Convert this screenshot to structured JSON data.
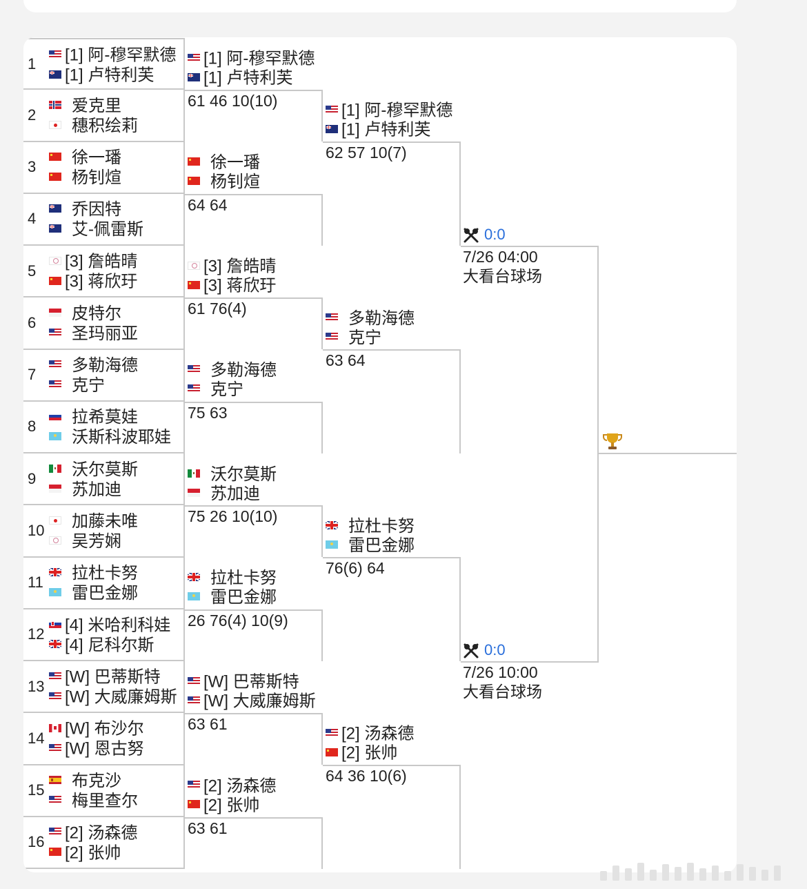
{
  "bracket": {
    "round1": [
      {
        "num": "1",
        "p1": {
          "flag": "us",
          "name": "[1] 阿-穆罕默德"
        },
        "p2": {
          "flag": "nz",
          "name": "[1] 卢特利芙"
        }
      },
      {
        "num": "2",
        "p1": {
          "flag": "no",
          "name": "爱克里"
        },
        "p2": {
          "flag": "jp",
          "name": "穗积绘莉"
        }
      },
      {
        "num": "3",
        "p1": {
          "flag": "cn",
          "name": "徐一璠"
        },
        "p2": {
          "flag": "cn",
          "name": "杨钊煊"
        }
      },
      {
        "num": "4",
        "p1": {
          "flag": "au",
          "name": "乔因特"
        },
        "p2": {
          "flag": "au",
          "name": "艾-佩雷斯"
        }
      },
      {
        "num": "5",
        "p1": {
          "flag": "tw",
          "name": "[3] 詹皓晴"
        },
        "p2": {
          "flag": "cn",
          "name": "[3] 蒋欣玗"
        }
      },
      {
        "num": "6",
        "p1": {
          "flag": "id",
          "name": "皮特尔"
        },
        "p2": {
          "flag": "us",
          "name": "圣玛丽亚"
        }
      },
      {
        "num": "7",
        "p1": {
          "flag": "us",
          "name": "多勒海德"
        },
        "p2": {
          "flag": "us",
          "name": "克宁"
        }
      },
      {
        "num": "8",
        "p1": {
          "flag": "ru",
          "name": "拉希莫娃"
        },
        "p2": {
          "flag": "kz",
          "name": "沃斯科波耶娃"
        }
      },
      {
        "num": "9",
        "p1": {
          "flag": "mx",
          "name": "沃尔莫斯"
        },
        "p2": {
          "flag": "id",
          "name": "苏加迪"
        }
      },
      {
        "num": "10",
        "p1": {
          "flag": "jp",
          "name": "加藤未唯"
        },
        "p2": {
          "flag": "tw",
          "name": "吴芳娴"
        }
      },
      {
        "num": "11",
        "p1": {
          "flag": "gb",
          "name": "拉杜卡努"
        },
        "p2": {
          "flag": "kz",
          "name": "雷巴金娜"
        }
      },
      {
        "num": "12",
        "p1": {
          "flag": "sk",
          "name": "[4] 米哈利科娃"
        },
        "p2": {
          "flag": "gb",
          "name": "[4] 尼科尔斯"
        }
      },
      {
        "num": "13",
        "p1": {
          "flag": "us",
          "name": "[W] 巴蒂斯特"
        },
        "p2": {
          "flag": "us",
          "name": "[W] 大威廉姆斯"
        }
      },
      {
        "num": "14",
        "p1": {
          "flag": "ca",
          "name": "[W] 布沙尔"
        },
        "p2": {
          "flag": "us",
          "name": "[W] 恩古努"
        }
      },
      {
        "num": "15",
        "p1": {
          "flag": "es",
          "name": "布克沙"
        },
        "p2": {
          "flag": "us",
          "name": "梅里查尔"
        }
      },
      {
        "num": "16",
        "p1": {
          "flag": "us",
          "name": "[2] 汤森德"
        },
        "p2": {
          "flag": "cn",
          "name": "[2] 张帅"
        }
      }
    ],
    "round2": [
      {
        "p1": {
          "flag": "us",
          "name": "[1] 阿-穆罕默德"
        },
        "p2": {
          "flag": "nz",
          "name": "[1] 卢特利芙"
        },
        "score": "61 46 10(10)"
      },
      {
        "p1": {
          "flag": "cn",
          "name": "徐一璠"
        },
        "p2": {
          "flag": "cn",
          "name": "杨钊煊"
        },
        "score": "64 64"
      },
      {
        "p1": {
          "flag": "tw",
          "name": "[3] 詹皓晴"
        },
        "p2": {
          "flag": "cn",
          "name": "[3] 蒋欣玗"
        },
        "score": "61 76(4)"
      },
      {
        "p1": {
          "flag": "us",
          "name": "多勒海德"
        },
        "p2": {
          "flag": "us",
          "name": "克宁"
        },
        "score": "75 63"
      },
      {
        "p1": {
          "flag": "mx",
          "name": "沃尔莫斯"
        },
        "p2": {
          "flag": "id",
          "name": "苏加迪"
        },
        "score": "75 26 10(10)"
      },
      {
        "p1": {
          "flag": "gb",
          "name": "拉杜卡努"
        },
        "p2": {
          "flag": "kz",
          "name": "雷巴金娜"
        },
        "score": "26 76(4) 10(9)"
      },
      {
        "p1": {
          "flag": "us",
          "name": "[W] 巴蒂斯特"
        },
        "p2": {
          "flag": "us",
          "name": "[W] 大威廉姆斯"
        },
        "score": "63 61"
      },
      {
        "p1": {
          "flag": "us",
          "name": "[2] 汤森德"
        },
        "p2": {
          "flag": "cn",
          "name": "[2] 张帅"
        },
        "score": "63 61"
      }
    ],
    "quarterfinals": [
      {
        "p1": {
          "flag": "us",
          "name": "[1] 阿-穆罕默德"
        },
        "p2": {
          "flag": "nz",
          "name": "[1] 卢特利芙"
        },
        "score": "62 57 10(7)"
      },
      {
        "p1": {
          "flag": "us",
          "name": "多勒海德"
        },
        "p2": {
          "flag": "us",
          "name": "克宁"
        },
        "score": "63 64"
      },
      {
        "p1": {
          "flag": "gb",
          "name": "拉杜卡努"
        },
        "p2": {
          "flag": "kz",
          "name": "雷巴金娜"
        },
        "score": "76(6) 64"
      },
      {
        "p1": {
          "flag": "us",
          "name": "[2] 汤森德"
        },
        "p2": {
          "flag": "cn",
          "name": "[2] 张帅"
        },
        "score": "64 36 10(6)"
      }
    ],
    "semifinals": [
      {
        "score": "0:0",
        "time": "7/26 04:00",
        "venue": "大看台球场"
      },
      {
        "score": "0:0",
        "time": "7/26 10:00",
        "venue": "大看台球场"
      }
    ],
    "trophy_icon": "trophy-icon",
    "vs_icon": "crossed-rackets-icon"
  },
  "colors": {
    "accent_blue": "#2a6fdb",
    "line_gray": "#c8c8c8",
    "background": "#f3f3f3"
  }
}
